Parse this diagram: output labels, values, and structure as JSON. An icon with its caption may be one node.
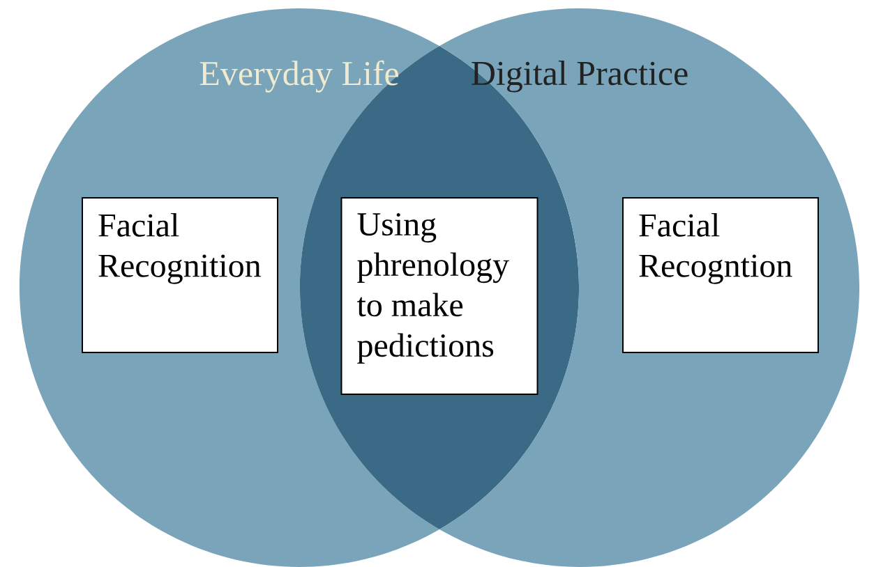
{
  "diagram": {
    "nodes": [
      {
        "text": [
          "Everyday Life"
        ]
      },
      {
        "text": [
          "Digital Practice"
        ]
      },
      {
        "text": [
          "Facial Recognition"
        ],
        "in": 0
      },
      {
        "text": [
          "Using phrenology to make pedictions"
        ]
      },
      {
        "text": [
          "Facial Recogntion"
        ],
        "in": 1
      }
    ]
  }
}
